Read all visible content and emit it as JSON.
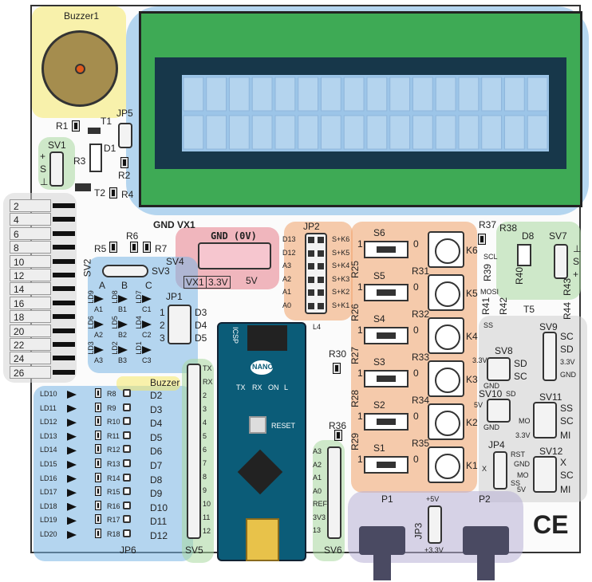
{
  "buzzer1": "Buzzer1",
  "buzzer": "Buzzer",
  "lcd_cols": 16,
  "lcd_rows": 2,
  "gnd_vx1": "GND VX1",
  "gnd_0v": "GND (0V)",
  "sv4_labels": [
    "VX1",
    "3.3V",
    "5V"
  ],
  "sv4": "SV4",
  "left_scale": [
    "2",
    "4",
    "6",
    "8",
    "10",
    "12",
    "14",
    "16",
    "18",
    "20",
    "22",
    "24",
    "26"
  ],
  "jp2": "JP2",
  "jp2_rows": [
    {
      "l": "D13",
      "r": "S+K6"
    },
    {
      "l": "D12",
      "r": "S+K5"
    },
    {
      "l": "A3",
      "r": "S+K4"
    },
    {
      "l": "A2",
      "r": "S+K3"
    },
    {
      "l": "A1",
      "r": "S+K2"
    },
    {
      "l": "A0",
      "r": "S+K1"
    }
  ],
  "switches": [
    {
      "s": "S6",
      "k": "K6",
      "r": "R31"
    },
    {
      "s": "S5",
      "k": "K5",
      "r": "R32"
    },
    {
      "s": "S4",
      "k": "K4",
      "r": "R33"
    },
    {
      "s": "S3",
      "k": "K3",
      "r": "R34"
    },
    {
      "s": "S2",
      "k": "K2",
      "r": "R35"
    },
    {
      "s": "S1",
      "k": "K1",
      "r": ""
    }
  ],
  "switch_r_left": [
    "R25",
    "R26",
    "R27",
    "R28",
    "R29"
  ],
  "ld_left": [
    "LD10",
    "LD11",
    "LD12",
    "LD13",
    "LD14",
    "LD15",
    "LD16",
    "LD17",
    "LD18",
    "LD19",
    "LD20"
  ],
  "d_right": [
    "D2",
    "D3",
    "D4",
    "D5",
    "D6",
    "D7",
    "D8",
    "D9",
    "D10",
    "D11",
    "D12"
  ],
  "r_mid": [
    "R8",
    "R9",
    "R10",
    "R11",
    "R12",
    "R13",
    "R14",
    "R15",
    "R16",
    "R17",
    "R18"
  ],
  "jp6": "JP6",
  "sv5": "SV5",
  "sv5_pins": [
    "TX",
    "RX",
    "2",
    "3",
    "4",
    "5",
    "6",
    "7",
    "8",
    "9",
    "10",
    "11",
    "12"
  ],
  "sv6": "SV6",
  "sv6_pins": [
    "A3",
    "A2",
    "A1",
    "A0",
    "REF",
    "3V3",
    "13"
  ],
  "nano": "NANO",
  "icsp": "ICSP",
  "nano_leds": [
    "TX",
    "RX",
    "ON",
    "L"
  ],
  "reset": "RESET",
  "top_left_parts": [
    "R1",
    "T1",
    "JP5",
    "SV1",
    "R3",
    "D1",
    "R2",
    "T2",
    "R4"
  ],
  "sv1_side": [
    "+",
    "S",
    "⊥"
  ],
  "r5_r6_r7": [
    "R5",
    "R6",
    "R7"
  ],
  "sv2": "SV2",
  "sv3": "SV3",
  "abc": [
    "A",
    "B",
    "C"
  ],
  "ld_grid": [
    "LD9",
    "LD8",
    "LD7",
    "LD6",
    "LD5",
    "LD4",
    "LD3",
    "LD2",
    "LD1"
  ],
  "abc_sub": [
    "A1",
    "B1",
    "C1",
    "A2",
    "B2",
    "C2",
    "A3",
    "B3",
    "C3"
  ],
  "jp1": "JP1",
  "jp1_pins": [
    "D3",
    "D4",
    "D5"
  ],
  "jp1_left": [
    "1",
    "2",
    "3"
  ],
  "r30": "R30",
  "r36": "R36",
  "l4": "L4",
  "right_top": [
    "R37",
    "R38",
    "D8",
    "SV7",
    "SCL",
    "R39",
    "R40",
    "MOSI",
    "R41",
    "R42",
    "SS",
    "T5",
    "R43",
    "R44"
  ],
  "sv7_side": [
    "+",
    "S",
    "⊥"
  ],
  "sv8": "SV8",
  "sv9": "SV9",
  "sv9_pins": [
    "SC",
    "SD",
    "3.3V",
    "GND"
  ],
  "sv8_pins": [
    "SD",
    "SC",
    "3.3V",
    "GND"
  ],
  "sv10": "SV10",
  "sv10_pins": [
    "SD",
    "5V",
    "GND"
  ],
  "sv11": "SV11",
  "sv11_pins": [
    "SS",
    "SC",
    "MI",
    "MO",
    "3.3V"
  ],
  "sv12": "SV12",
  "sv12_pins": [
    "X",
    "SC",
    "MI",
    "MO",
    "GND",
    "5V",
    "SS"
  ],
  "jp4": "JP4",
  "jp4_pins": [
    "RST",
    "X",
    "SS"
  ],
  "p1": "P1",
  "p2": "P2",
  "jp3": "JP3",
  "jp3_labels": [
    "+5V",
    "+3.3V"
  ],
  "ce": "CE"
}
